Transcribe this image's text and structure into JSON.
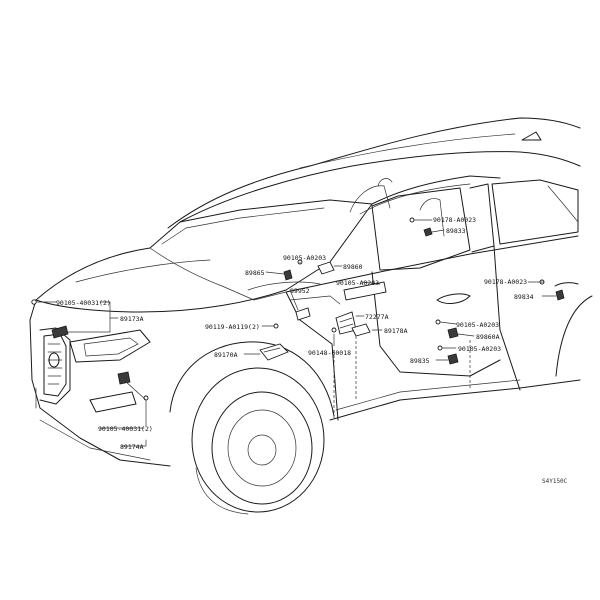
{
  "diagram": {
    "code": "S4Y150C",
    "labels": {
      "l_90105_40031_2_top": "90105-40031(2)",
      "l_89173A": "89173A",
      "l_89865": "89865",
      "l_90105_A0203_top": "90105-A0203",
      "l_89860": "89860",
      "l_89952": "89952",
      "l_90105_A0203_mid": "90105-A0203",
      "l_72277A": "72277A",
      "l_90119_A0119_2": "90119-A0119(2)",
      "l_89170A": "89170A",
      "l_90148_60018": "90148-60018",
      "l_89178A": "89178A",
      "l_90178_A0023_top": "90178-A0023",
      "l_89833": "89833",
      "l_90178_A0023_right": "90178-A0023",
      "l_89834": "89834",
      "l_90105_A0203_door": "90105-A0203",
      "l_89860A": "89860A",
      "l_89835": "89835",
      "l_90105_A0203_low": "90105-A0203",
      "l_90105_40031_2_bottom": "90105-40031(2)",
      "l_89174A": "89174A"
    }
  }
}
